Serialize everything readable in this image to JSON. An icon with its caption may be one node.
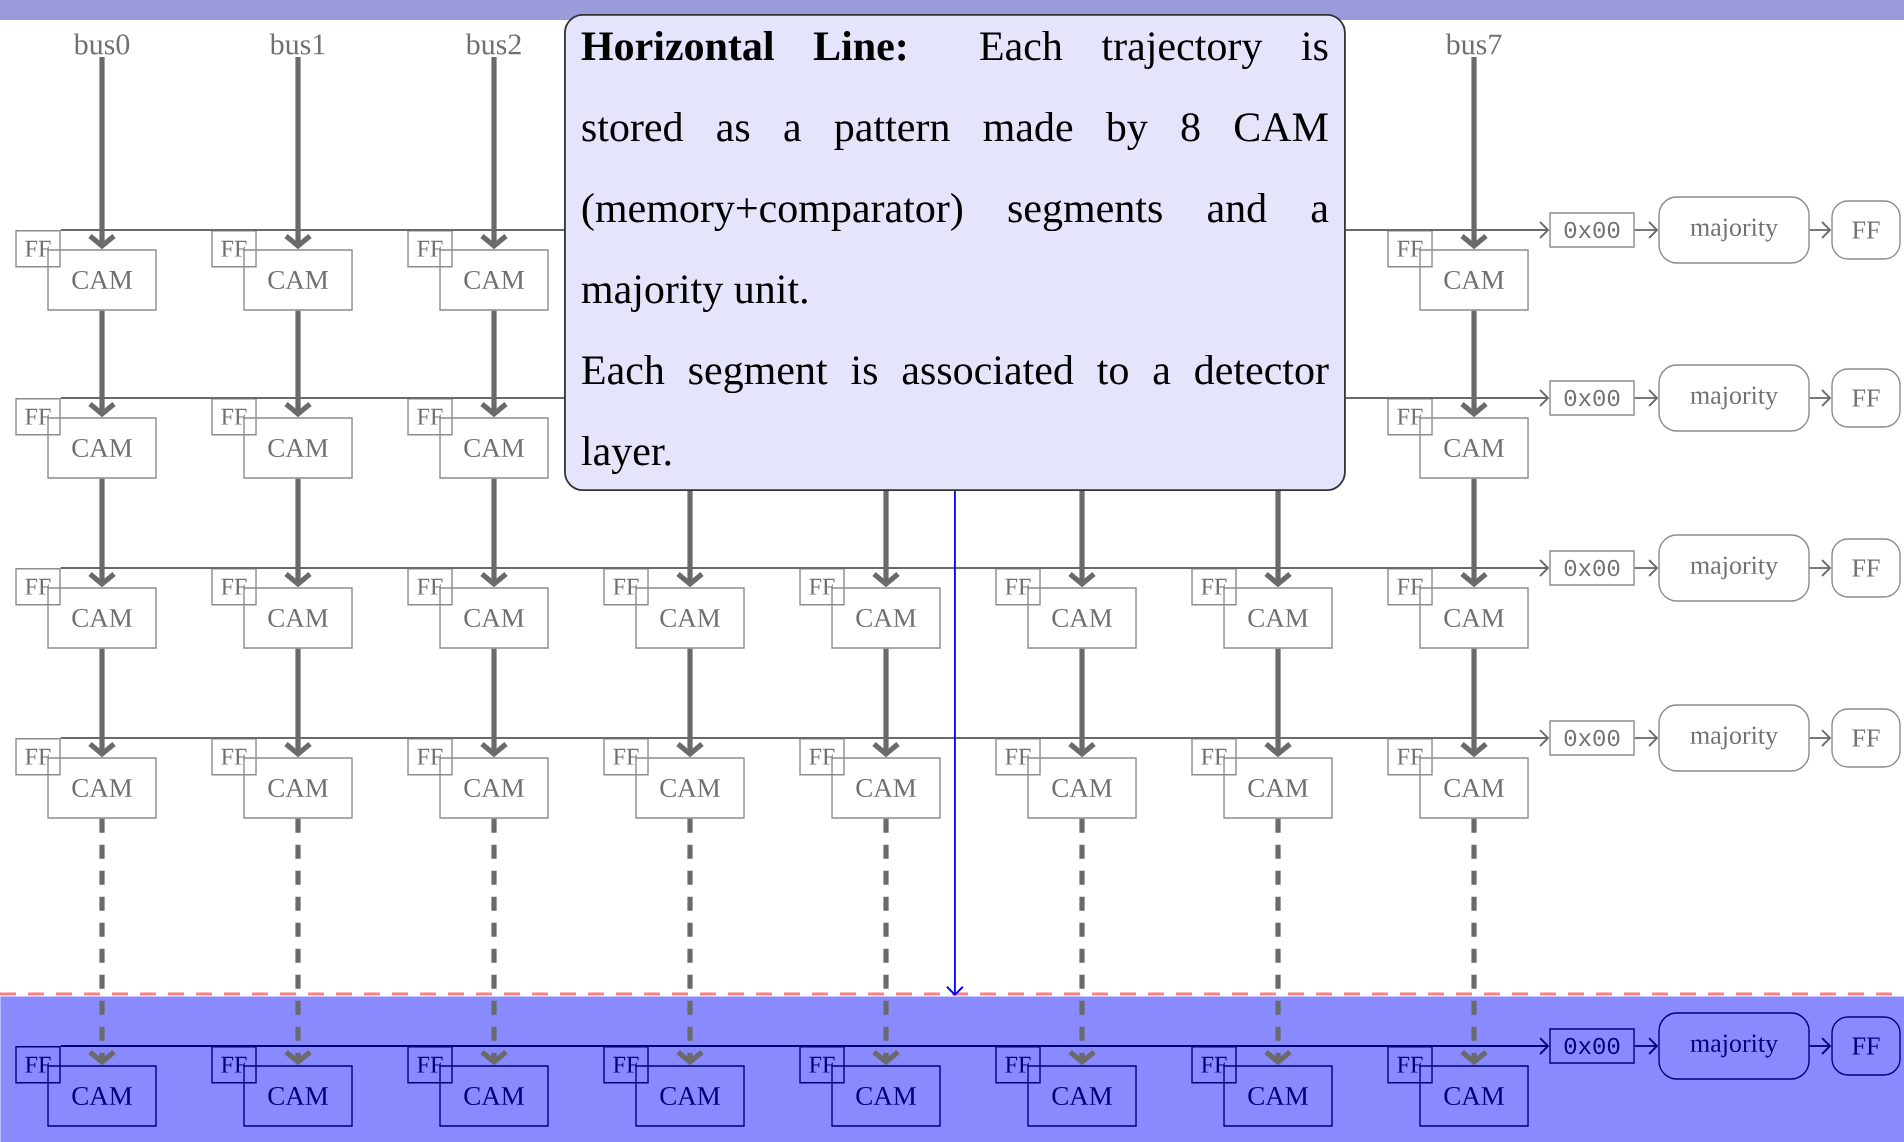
{
  "diagram": {
    "nodes": [
      {
        "text": [
          "bus0"
        ]
      },
      {
        "text": [
          "bus1"
        ]
      },
      {
        "text": [
          "bus2"
        ]
      },
      {
        "text": [
          "bus7"
        ]
      },
      {
        "text": [
          "**Horizontal Line:** Each trajectory is stored as a pattern made by 8 CAM (memory+comparator) segments and a majority unit.",
          "Each segment is associated to a detector layer."
        ]
      },
      {
        "text": [
          "FF"
        ]
      },
      {
        "text": [
          "CAM"
        ]
      },
      {
        "text": [
          "FF"
        ]
      },
      {
        "text": [
          "CAM"
        ]
      },
      {
        "text": [
          "FF"
        ]
      },
      {
        "text": [
          "CAM"
        ]
      },
      {
        "text": [
          "FF"
        ]
      },
      {
        "text": [
          "CAM"
        ]
      },
      {
        "text": [
          "0x00"
        ]
      },
      {
        "text": [
          "majority"
        ]
      },
      {
        "text": [
          "FF"
        ]
      },
      {
        "text": [
          "FF"
        ]
      },
      {
        "text": [
          "CAM"
        ]
      },
      {
        "text": [
          "FF"
        ]
      },
      {
        "text": [
          "CAM"
        ]
      },
      {
        "text": [
          "FF"
        ]
      },
      {
        "text": [
          "CAM"
        ]
      },
      {
        "text": [
          "FF"
        ]
      },
      {
        "text": [
          "CAM"
        ]
      },
      {
        "text": [
          "0x00"
        ]
      },
      {
        "text": [
          "majority"
        ]
      },
      {
        "text": [
          "FF"
        ]
      },
      {
        "text": [
          "FF"
        ]
      },
      {
        "text": [
          "CAM"
        ]
      },
      {
        "text": [
          "FF"
        ]
      },
      {
        "text": [
          "CAM"
        ]
      },
      {
        "text": [
          "FF"
        ]
      },
      {
        "text": [
          "CAM"
        ]
      },
      {
        "text": [
          "FF"
        ]
      },
      {
        "text": [
          "CAM"
        ]
      },
      {
        "text": [
          "FF"
        ]
      },
      {
        "text": [
          "CAM"
        ]
      },
      {
        "text": [
          "FF"
        ]
      },
      {
        "text": [
          "CAM"
        ]
      },
      {
        "text": [
          "FF"
        ]
      },
      {
        "text": [
          "CAM"
        ]
      },
      {
        "text": [
          "FF"
        ]
      },
      {
        "text": [
          "CAM"
        ]
      },
      {
        "text": [
          "0x00"
        ]
      },
      {
        "text": [
          "majority"
        ]
      },
      {
        "text": [
          "FF"
        ]
      },
      {
        "text": [
          "FF"
        ]
      },
      {
        "text": [
          "CAM"
        ]
      },
      {
        "text": [
          "FF"
        ]
      },
      {
        "text": [
          "CAM"
        ]
      },
      {
        "text": [
          "FF"
        ]
      },
      {
        "text": [
          "CAM"
        ]
      },
      {
        "text": [
          "FF"
        ]
      },
      {
        "text": [
          "CAM"
        ]
      },
      {
        "text": [
          "FF"
        ]
      },
      {
        "text": [
          "CAM"
        ]
      },
      {
        "text": [
          "FF"
        ]
      },
      {
        "text": [
          "CAM"
        ]
      },
      {
        "text": [
          "FF"
        ]
      },
      {
        "text": [
          "CAM"
        ]
      },
      {
        "text": [
          "FF"
        ]
      },
      {
        "text": [
          "CAM"
        ]
      },
      {
        "text": [
          "0x00"
        ]
      },
      {
        "text": [
          "majority"
        ]
      },
      {
        "text": [
          "FF"
        ]
      },
      {
        "text": [],
        "shape": "box"
      },
      {
        "text": [
          "FF"
        ],
        "in": 65
      },
      {
        "text": [
          "CAM"
        ],
        "in": 65
      },
      {
        "text": [
          "FF"
        ],
        "in": 65
      },
      {
        "text": [
          "CAM"
        ],
        "in": 65
      },
      {
        "text": [
          "FF"
        ],
        "in": 65
      },
      {
        "text": [
          "CAM"
        ],
        "in": 65
      },
      {
        "text": [
          "FF"
        ],
        "in": 65
      },
      {
        "text": [
          "CAM"
        ],
        "in": 65
      },
      {
        "text": [
          "FF"
        ],
        "in": 65
      },
      {
        "text": [
          "CAM"
        ],
        "in": 65
      },
      {
        "text": [
          "FF"
        ],
        "in": 65
      },
      {
        "text": [
          "CAM"
        ],
        "in": 65
      },
      {
        "text": [
          "FF"
        ],
        "in": 65
      },
      {
        "text": [
          "CAM"
        ],
        "in": 65
      },
      {
        "text": [
          "FF"
        ],
        "in": 65
      },
      {
        "text": [
          "CAM"
        ],
        "in": 65
      },
      {
        "text": [
          "0x00"
        ],
        "in": 65
      },
      {
        "text": [
          "majority"
        ],
        "in": 65
      },
      {
        "text": [
          "FF"
        ],
        "in": 65
      }
    ],
    "edges": [
      {
        "from": 0,
        "to": 6,
        "arrow": "to"
      },
      {
        "from": 1,
        "to": 8,
        "arrow": "to"
      },
      {
        "from": 2,
        "to": 10,
        "arrow": "to"
      },
      {
        "from": 3,
        "to": 12,
        "arrow": "to"
      },
      {
        "from": 6,
        "to": 17,
        "arrow": "to"
      },
      {
        "from": 8,
        "to": 19,
        "arrow": "to"
      },
      {
        "from": 10,
        "to": 21,
        "arrow": "to"
      },
      {
        "from": 12,
        "to": 23,
        "arrow": "to"
      },
      {
        "from": 17,
        "to": 28,
        "arrow": "to"
      },
      {
        "from": 19,
        "to": 30,
        "arrow": "to"
      },
      {
        "from": 21,
        "to": 32,
        "arrow": "to"
      },
      {
        "from": 4,
        "to": 34,
        "arrow": "to"
      },
      {
        "from": 4,
        "to": 36,
        "arrow": "to"
      },
      {
        "from": 4,
        "to": 38,
        "arrow": "to"
      },
      {
        "from": 4,
        "to": 40,
        "arrow": "to"
      },
      {
        "from": 23,
        "to": 42,
        "arrow": "to"
      },
      {
        "from": 28,
        "to": 47,
        "arrow": "to"
      },
      {
        "from": 30,
        "to": 49,
        "arrow": "to"
      },
      {
        "from": 32,
        "to": 51,
        "arrow": "to"
      },
      {
        "from": 34,
        "to": 53,
        "arrow": "to"
      },
      {
        "from": 36,
        "to": 55,
        "arrow": "to"
      },
      {
        "from": 38,
        "to": 57,
        "arrow": "to"
      },
      {
        "from": 40,
        "to": 59,
        "arrow": "to"
      },
      {
        "from": 42,
        "to": 61,
        "arrow": "to"
      },
      {
        "from": 47,
        "to": 67,
        "arrow": "to",
        "style": "dashed"
      },
      {
        "from": 49,
        "to": 69,
        "arrow": "to",
        "style": "dashed"
      },
      {
        "from": 51,
        "to": 71,
        "arrow": "to",
        "style": "dashed"
      },
      {
        "from": 53,
        "to": 73,
        "arrow": "to",
        "style": "dashed"
      },
      {
        "from": 55,
        "to": 75,
        "arrow": "to",
        "style": "dashed"
      },
      {
        "from": 57,
        "to": 77,
        "arrow": "to",
        "style": "dashed"
      },
      {
        "from": 59,
        "to": 79,
        "arrow": "to",
        "style": "dashed"
      },
      {
        "from": 61,
        "to": 81,
        "arrow": "to",
        "style": "dashed"
      },
      {
        "from": 5,
        "to": 4,
        "arrow": "none"
      },
      {
        "from": 4,
        "to": 13,
        "arrow": "to"
      },
      {
        "from": 13,
        "to": 14,
        "arrow": "to"
      },
      {
        "from": 14,
        "to": 15,
        "arrow": "to"
      },
      {
        "from": 16,
        "to": 4,
        "arrow": "none"
      },
      {
        "from": 4,
        "to": 24,
        "arrow": "to"
      },
      {
        "from": 24,
        "to": 25,
        "arrow": "to"
      },
      {
        "from": 25,
        "to": 26,
        "arrow": "to"
      },
      {
        "from": 27,
        "to": 43,
        "arrow": "to"
      },
      {
        "from": 43,
        "to": 44,
        "arrow": "to"
      },
      {
        "from": 44,
        "to": 45,
        "arrow": "to"
      },
      {
        "from": 46,
        "to": 62,
        "arrow": "to"
      },
      {
        "from": 62,
        "to": 63,
        "arrow": "to"
      },
      {
        "from": 63,
        "to": 64,
        "arrow": "to"
      },
      {
        "from": 66,
        "to": 82,
        "arrow": "to",
        "color": "#00007f"
      },
      {
        "from": 82,
        "to": 83,
        "arrow": "to",
        "color": "#00007f"
      },
      {
        "from": 83,
        "to": 84,
        "arrow": "to",
        "color": "#00007f"
      },
      {
        "from": 4,
        "to": 65,
        "arrow": "to",
        "color": "#0000ff"
      }
    ]
  }
}
